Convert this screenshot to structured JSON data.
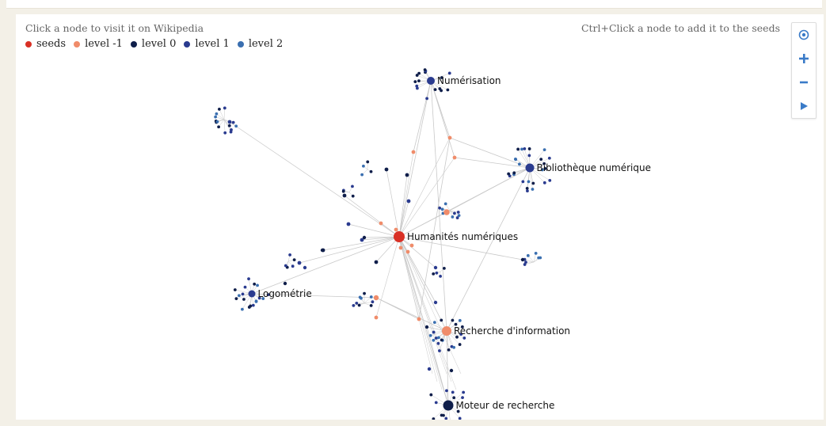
{
  "hints": {
    "left": "Click a node to visit it on Wikipedia",
    "right": "Ctrl+Click a node to add it to the seeds"
  },
  "legend": [
    {
      "label": "seeds",
      "color": "#d93025"
    },
    {
      "label": "level -1",
      "color": "#f08c6a"
    },
    {
      "label": "level 0",
      "color": "#0f1e4a"
    },
    {
      "label": "level 1",
      "color": "#2a3b8f"
    },
    {
      "label": "level 2",
      "color": "#3a6fb0"
    }
  ],
  "controls": [
    "target-icon",
    "plus-icon",
    "minus-icon",
    "play-icon"
  ],
  "colors": {
    "accent": "#3a7bc8",
    "edge": "#c9c9c9"
  },
  "graph": {
    "labeled_nodes": [
      {
        "id": "hum",
        "label": "Humanités numériques",
        "level": "seeds"
      },
      {
        "id": "num",
        "label": "Numérisation",
        "level": "level 1"
      },
      {
        "id": "bib",
        "label": "Bibliothèque numérique",
        "level": "level 1"
      },
      {
        "id": "logo",
        "label": "Logométrie",
        "level": "level 1"
      },
      {
        "id": "rech",
        "label": "Recherche d'information",
        "level": "level -1"
      },
      {
        "id": "mot",
        "label": "Moteur de recherche",
        "level": "level 0"
      }
    ]
  }
}
